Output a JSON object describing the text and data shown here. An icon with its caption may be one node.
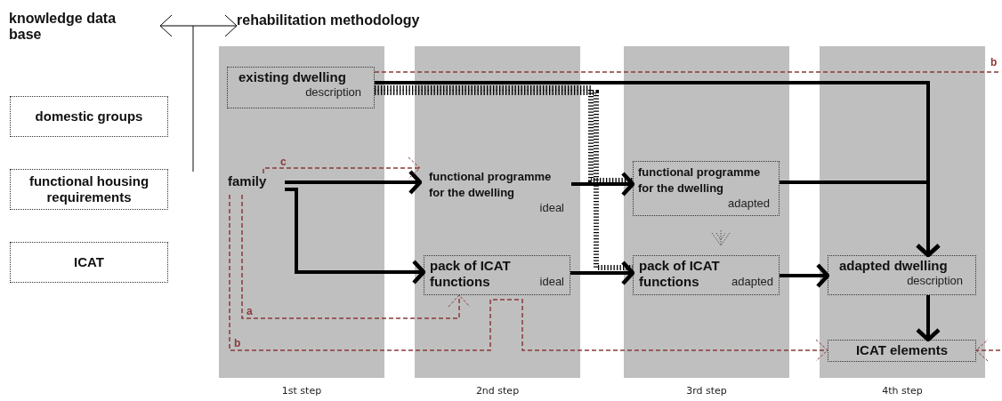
{
  "diagram": {
    "nodes": [
      {
        "text": [
          "knowledge data base"
        ]
      },
      {
        "text": [
          "rehabilitation methodology"
        ]
      },
      {
        "text": [
          "domestic groups"
        ]
      },
      {
        "text": [
          "functional housing requirements"
        ]
      },
      {
        "text": [
          "ICAT"
        ]
      },
      {
        "text": [
          "1st step"
        ]
      },
      {
        "text": [
          "existing dwelling",
          "description"
        ],
        "in": 5
      },
      {
        "text": [
          "family"
        ],
        "in": 5
      },
      {
        "text": [
          "2nd step"
        ]
      },
      {
        "text": [
          "functional programme for the dwelling",
          "ideal"
        ],
        "in": 8
      },
      {
        "text": [
          "pack of ICAT functions",
          "ideal"
        ],
        "in": 8
      },
      {
        "text": [
          "3rd step"
        ]
      },
      {
        "text": [
          "functional programme for the dwelling",
          "adapted"
        ],
        "in": 11
      },
      {
        "text": [
          "pack of ICAT functions",
          "adapted"
        ],
        "in": 11
      },
      {
        "text": [
          "4th step"
        ]
      },
      {
        "text": [
          "adapted dwelling",
          "description"
        ],
        "in": 14
      },
      {
        "text": [
          "ICAT elements"
        ],
        "in": 14
      }
    ],
    "edges": [
      {
        "from": 0,
        "to": 1,
        "arrow": "both"
      },
      {
        "from": 6,
        "to": 15,
        "arrow": "to"
      },
      {
        "from": 12,
        "to": 15,
        "arrow": "to"
      },
      {
        "from": 7,
        "to": 9,
        "arrow": "to"
      },
      {
        "from": 7,
        "to": 10,
        "arrow": "to"
      },
      {
        "from": 9,
        "to": 12,
        "arrow": "to"
      },
      {
        "from": 10,
        "to": 13,
        "arrow": "to"
      },
      {
        "from": 13,
        "to": 15,
        "arrow": "to"
      },
      {
        "from": 15,
        "to": 16,
        "arrow": "to"
      },
      {
        "from": 6,
        "to": 12,
        "arrow": "none",
        "style": "dashed"
      },
      {
        "from": 6,
        "to": 13,
        "arrow": "none",
        "style": "dashed"
      },
      {
        "from": 7,
        "to": 9,
        "arrow": "to",
        "label": "c",
        "style": "dashed",
        "color": "#8b3a3a"
      },
      {
        "from": 7,
        "to": 10,
        "arrow": "to",
        "label": "a",
        "style": "dashed",
        "color": "#8b3a3a"
      },
      {
        "from": 7,
        "to": 16,
        "arrow": "to",
        "label": "b",
        "style": "dashed",
        "color": "#8b3a3a"
      },
      {
        "from": 6,
        "to": null,
        "arrow": "none",
        "label": "b",
        "style": "dashed",
        "color": "#8b3a3a"
      },
      {
        "from": null,
        "to": 16,
        "arrow": "to",
        "style": "dashed",
        "color": "#8b3a3a"
      }
    ]
  }
}
